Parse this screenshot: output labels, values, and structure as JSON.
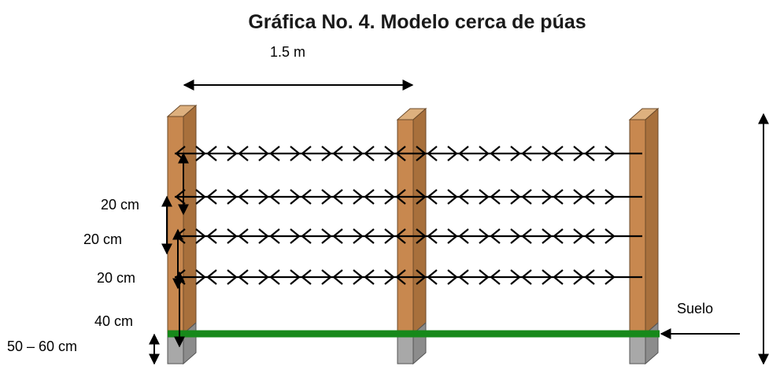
{
  "title": "Gráfica No. 4. Modelo cerca de púas",
  "labels": {
    "post_spacing": "1.5 m",
    "wire_spacing_1": "20 cm",
    "wire_spacing_2": "20 cm",
    "wire_spacing_3": "20 cm",
    "bottom_clearance": "40 cm",
    "burial_depth": "50 – 60 cm",
    "ground": "Suelo"
  },
  "colors": {
    "post_front": "#c8884f",
    "post_side": "#a8703c",
    "post_top": "#ddb07e",
    "buried_front": "#a8a8a8",
    "buried_side": "#8c8c8c",
    "ground_line": "#17891a",
    "wire": "#000000"
  },
  "fence": {
    "posts": 3,
    "barbed_wires": 4
  }
}
